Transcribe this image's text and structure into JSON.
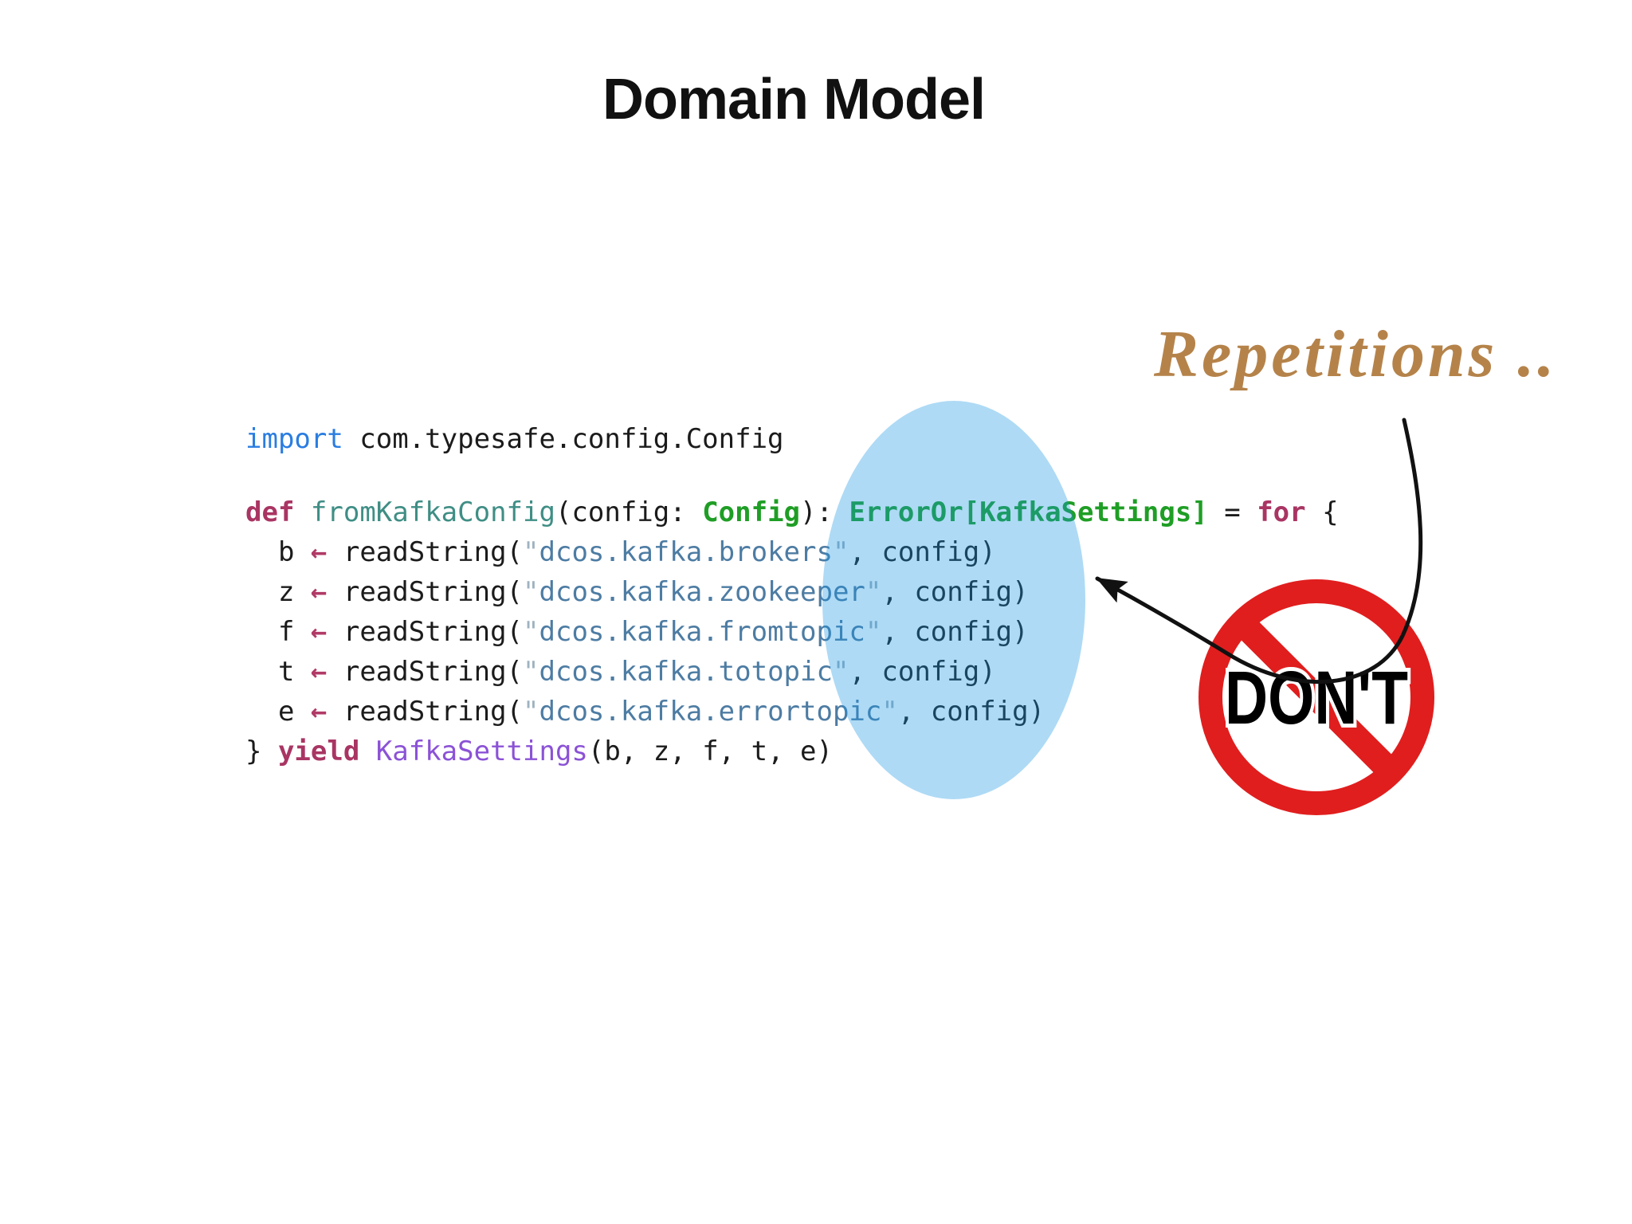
{
  "slide": {
    "title": "Domain Model",
    "annotation": {
      "text": "Repetitions ..",
      "color": "#b5834a"
    },
    "dont_sign": {
      "label": "DON'T",
      "ring_color": "#e01e1e",
      "label_color": "#000000",
      "label_outline_color": "#ffffff"
    },
    "highlight_ellipse": {
      "color": "#1895e2",
      "opacity": "0.35"
    },
    "arrow_color": "#111111"
  },
  "code": {
    "colors": {
      "kw": "#a93563",
      "fn": "#3f8e85",
      "type": "#1f9e25",
      "imp": "#2a7de1",
      "str": "#4d7ca3",
      "q": "#9fb3c0",
      "arrow": "#b13a66",
      "ctor": "#8b52d6",
      "plain": "#1b1b1b"
    },
    "lines": [
      [
        {
          "t": "import",
          "c": "imp"
        },
        {
          "t": " com.typesafe.config.Config",
          "c": "plain"
        }
      ],
      [],
      [
        {
          "t": "def",
          "c": "kw",
          "b": true
        },
        {
          "t": " ",
          "c": "plain"
        },
        {
          "t": "fromKafkaConfig",
          "c": "fn"
        },
        {
          "t": "(config: ",
          "c": "plain"
        },
        {
          "t": "Config",
          "c": "type",
          "b": true
        },
        {
          "t": "): ",
          "c": "plain"
        },
        {
          "t": "ErrorOr[KafkaSettings]",
          "c": "type",
          "b": true
        },
        {
          "t": " = ",
          "c": "plain"
        },
        {
          "t": "for",
          "c": "kw",
          "b": true
        },
        {
          "t": " {",
          "c": "plain"
        }
      ],
      [
        {
          "t": "  b ",
          "c": "plain"
        },
        {
          "t": "←",
          "c": "arrow",
          "b": true
        },
        {
          "t": " readString(",
          "c": "plain"
        },
        {
          "t": "\"",
          "c": "q"
        },
        {
          "t": "dcos.kafka.brokers",
          "c": "str"
        },
        {
          "t": "\"",
          "c": "q"
        },
        {
          "t": ", config)",
          "c": "plain"
        }
      ],
      [
        {
          "t": "  z ",
          "c": "plain"
        },
        {
          "t": "←",
          "c": "arrow",
          "b": true
        },
        {
          "t": " readString(",
          "c": "plain"
        },
        {
          "t": "\"",
          "c": "q"
        },
        {
          "t": "dcos.kafka.zookeeper",
          "c": "str"
        },
        {
          "t": "\"",
          "c": "q"
        },
        {
          "t": ", config)",
          "c": "plain"
        }
      ],
      [
        {
          "t": "  f ",
          "c": "plain"
        },
        {
          "t": "←",
          "c": "arrow",
          "b": true
        },
        {
          "t": " readString(",
          "c": "plain"
        },
        {
          "t": "\"",
          "c": "q"
        },
        {
          "t": "dcos.kafka.fromtopic",
          "c": "str"
        },
        {
          "t": "\"",
          "c": "q"
        },
        {
          "t": ", config)",
          "c": "plain"
        }
      ],
      [
        {
          "t": "  t ",
          "c": "plain"
        },
        {
          "t": "←",
          "c": "arrow",
          "b": true
        },
        {
          "t": " readString(",
          "c": "plain"
        },
        {
          "t": "\"",
          "c": "q"
        },
        {
          "t": "dcos.kafka.totopic",
          "c": "str"
        },
        {
          "t": "\"",
          "c": "q"
        },
        {
          "t": ", config)",
          "c": "plain"
        }
      ],
      [
        {
          "t": "  e ",
          "c": "plain"
        },
        {
          "t": "←",
          "c": "arrow",
          "b": true
        },
        {
          "t": " readString(",
          "c": "plain"
        },
        {
          "t": "\"",
          "c": "q"
        },
        {
          "t": "dcos.kafka.errortopic",
          "c": "str"
        },
        {
          "t": "\"",
          "c": "q"
        },
        {
          "t": ", config)",
          "c": "plain"
        }
      ],
      [
        {
          "t": "} ",
          "c": "plain"
        },
        {
          "t": "yield",
          "c": "kw",
          "b": true
        },
        {
          "t": " ",
          "c": "plain"
        },
        {
          "t": "KafkaSettings",
          "c": "ctor"
        },
        {
          "t": "(b, z, f, t, e)",
          "c": "plain"
        }
      ]
    ]
  }
}
